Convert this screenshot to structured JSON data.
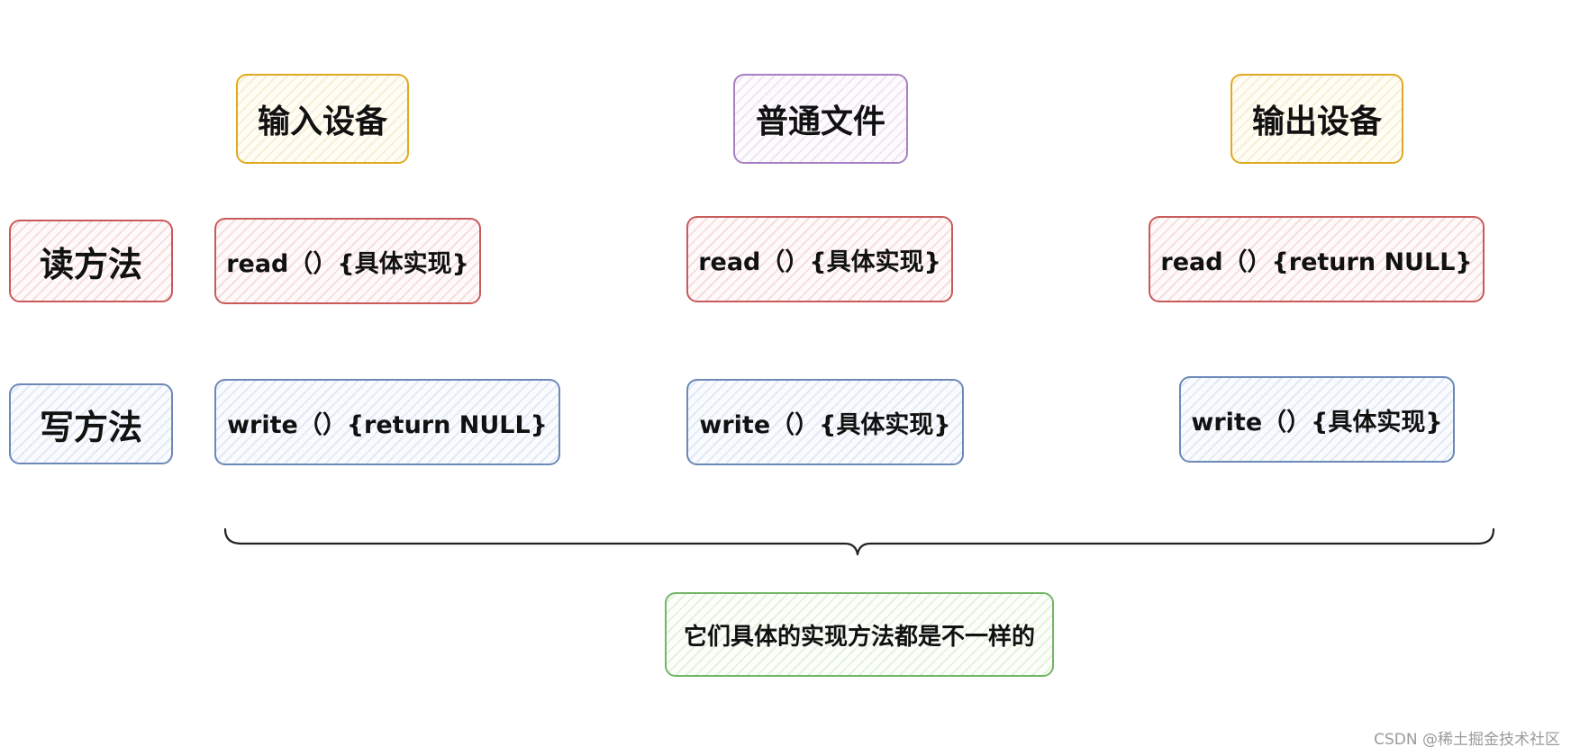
{
  "headers": {
    "input_device": "输入设备",
    "regular_file": "普通文件",
    "output_device": "输出设备"
  },
  "row_labels": {
    "read": "读方法",
    "write": "写方法"
  },
  "cells": {
    "input_read": "read（）{具体实现}",
    "file_read": "read（）{具体实现}",
    "output_read": "read（）{return NULL}",
    "input_write": "write（）{return NULL}",
    "file_write": "write（）{具体实现}",
    "output_write": "write（）{具体实现}"
  },
  "conclusion": "它们具体的实现方法都是不一样的",
  "watermark": "CSDN @稀土掘金技术社区",
  "colors": {
    "header_yellow": "#e0a91f",
    "header_purple": "#a880c4",
    "read_red": "#c85a5a",
    "write_blue": "#6d89b8",
    "note_green": "#72b566"
  }
}
